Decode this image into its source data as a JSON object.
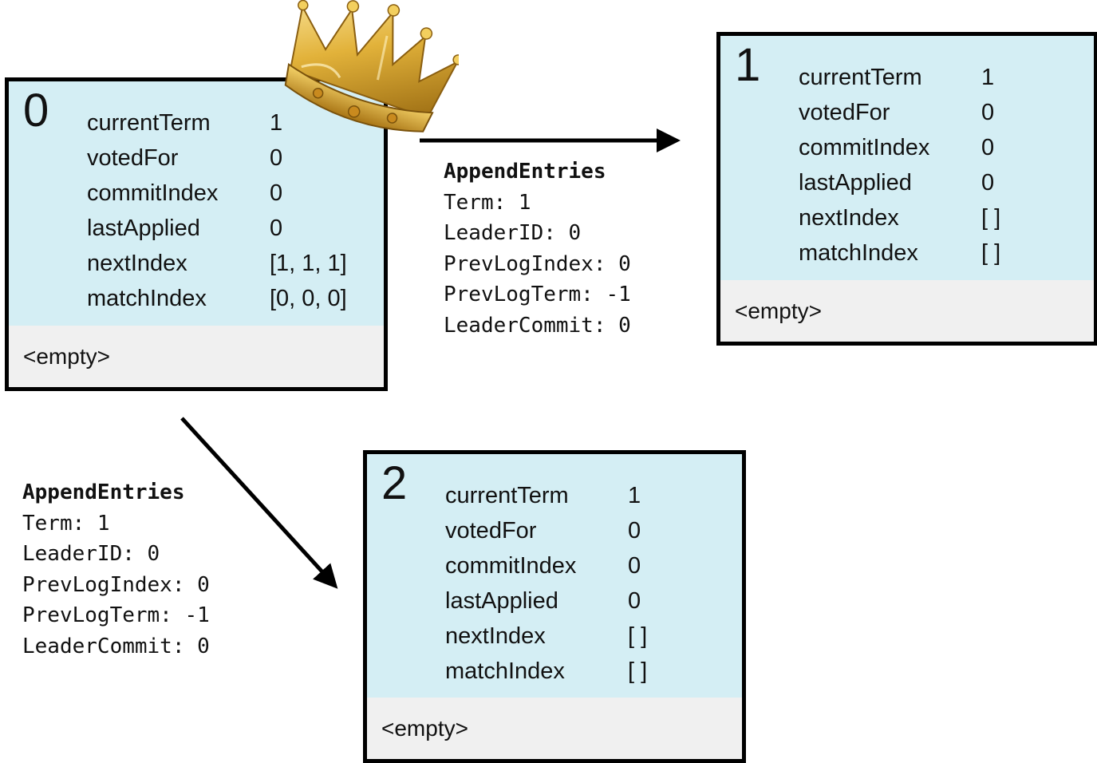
{
  "nodes": [
    {
      "id": "0",
      "fields": [
        {
          "name": "currentTerm",
          "value": "1"
        },
        {
          "name": "votedFor",
          "value": "0"
        },
        {
          "name": "commitIndex",
          "value": "0"
        },
        {
          "name": "lastApplied",
          "value": "0"
        },
        {
          "name": "nextIndex",
          "value": "[1, 1, 1]"
        },
        {
          "name": "matchIndex",
          "value": "[0, 0, 0]"
        }
      ],
      "log": "<empty>",
      "leader": true
    },
    {
      "id": "1",
      "fields": [
        {
          "name": "currentTerm",
          "value": "1"
        },
        {
          "name": "votedFor",
          "value": "0"
        },
        {
          "name": "commitIndex",
          "value": "0"
        },
        {
          "name": "lastApplied",
          "value": "0"
        },
        {
          "name": "nextIndex",
          "value": "[ ]"
        },
        {
          "name": "matchIndex",
          "value": "[ ]"
        }
      ],
      "log": "<empty>"
    },
    {
      "id": "2",
      "fields": [
        {
          "name": "currentTerm",
          "value": "1"
        },
        {
          "name": "votedFor",
          "value": "0"
        },
        {
          "name": "commitIndex",
          "value": "0"
        },
        {
          "name": "lastApplied",
          "value": "0"
        },
        {
          "name": "nextIndex",
          "value": "[ ]"
        },
        {
          "name": "matchIndex",
          "value": "[ ]"
        }
      ],
      "log": "<empty>"
    }
  ],
  "messages": [
    {
      "title": "AppendEntries",
      "lines": [
        "Term: 1",
        "LeaderID: 0",
        "PrevLogIndex: 0",
        "PrevLogTerm: -1",
        "LeaderCommit: 0"
      ]
    },
    {
      "title": "AppendEntries",
      "lines": [
        "Term: 1",
        "LeaderID: 0",
        "PrevLogIndex: 0",
        "PrevLogTerm: -1",
        "LeaderCommit: 0"
      ]
    }
  ],
  "colors": {
    "state_bg": "#d4eef4",
    "log_bg": "#f0f0f0",
    "crown_gold": "#e2b23a"
  },
  "icons": [
    "crown-icon",
    "arrow-to-node-1",
    "arrow-to-node-2"
  ]
}
